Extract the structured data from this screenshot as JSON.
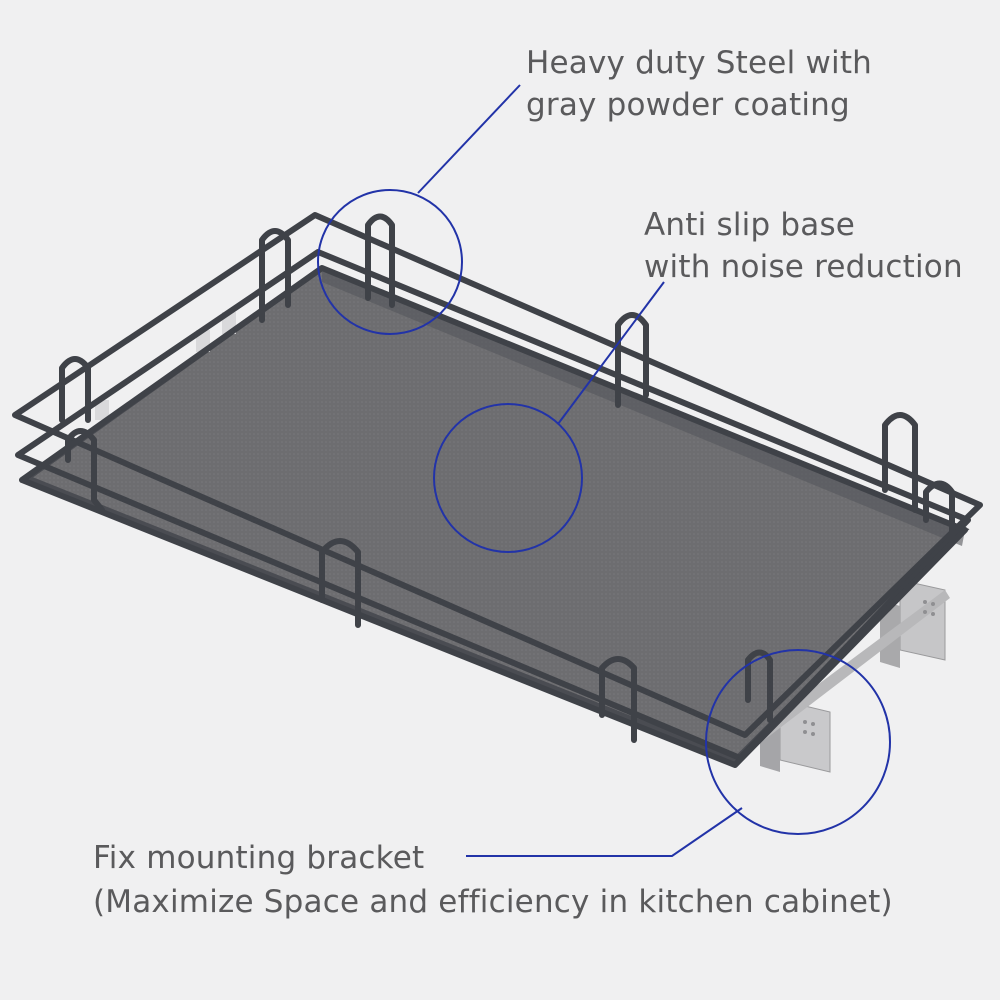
{
  "callouts": {
    "steel": {
      "line1": "Heavy duty Steel with",
      "line2": "gray powder coating"
    },
    "base": {
      "line1": "Anti slip base",
      "line2": "with noise reduction"
    },
    "bracket": {
      "line1": "Fix mounting bracket",
      "line2": "(Maximize Space and efficiency in kitchen cabinet)"
    }
  },
  "colors": {
    "background": "#f0f0f1",
    "frame": "#3f4248",
    "base_mat": "#6b6b6e",
    "callout_line": "#2233a8",
    "text": "#5a5a5c",
    "bracket_metal": "#c8c8ca"
  }
}
